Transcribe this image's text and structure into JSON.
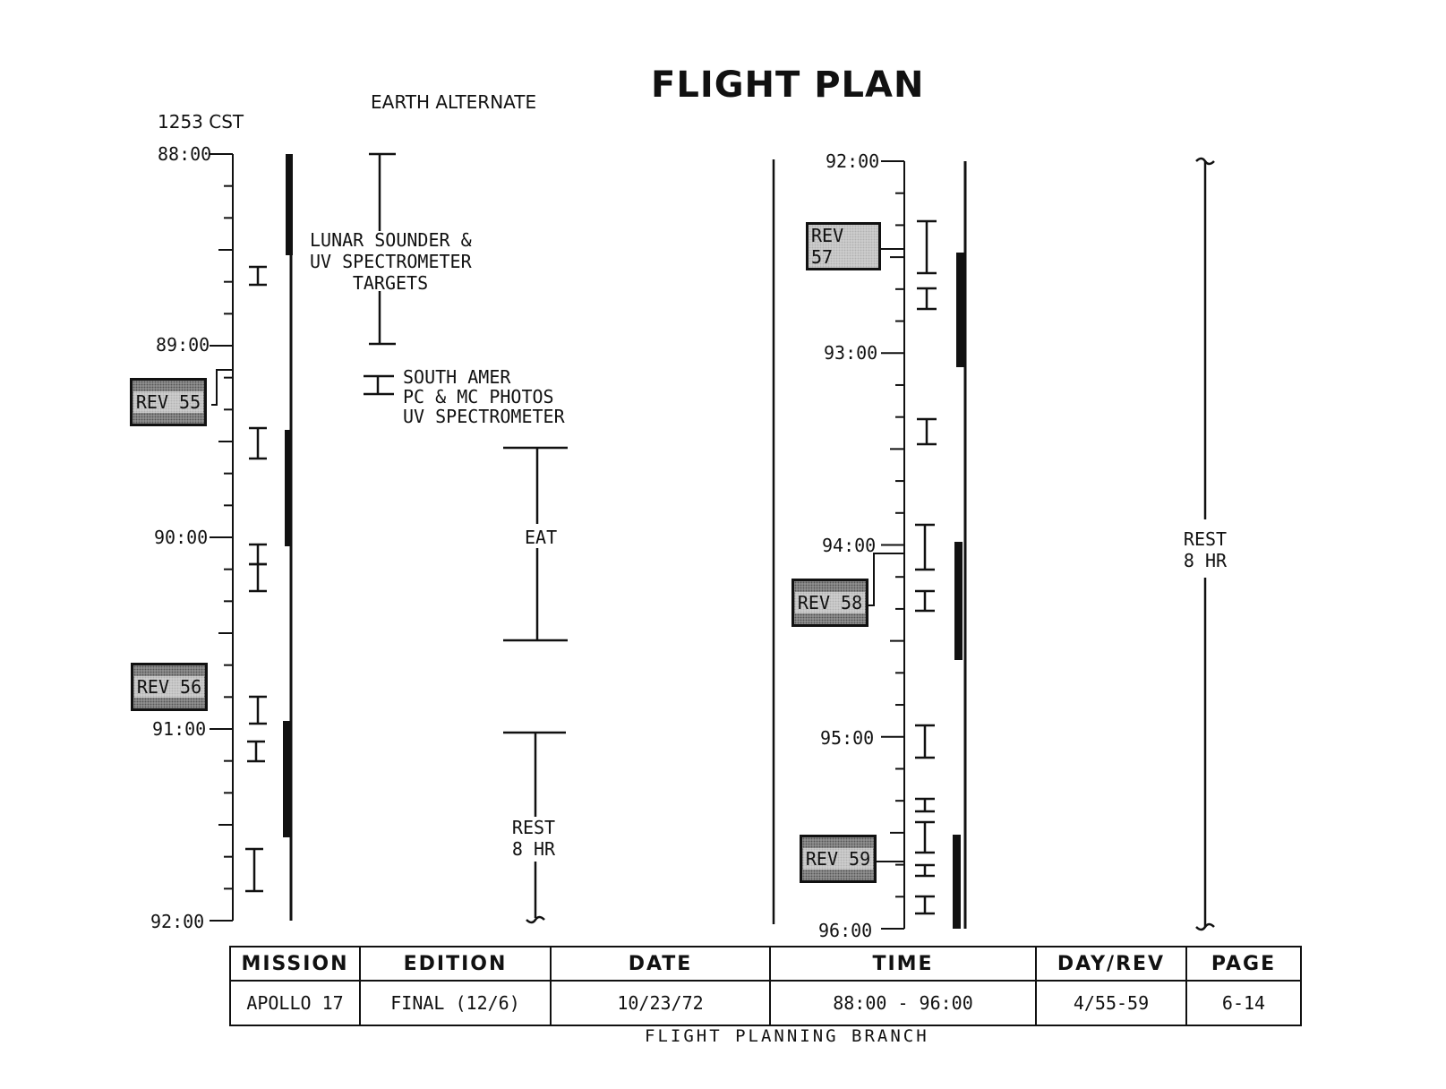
{
  "title": "FLIGHT PLAN",
  "cst_label": "1253 CST",
  "earth_alternate": "EARTH ALTERNATE",
  "left_scale": {
    "start_label": "88:00",
    "labels": [
      "88:00",
      "89:00",
      "90:00",
      "91:00",
      "92:00"
    ]
  },
  "right_scale": {
    "labels": [
      "92:00",
      "93:00",
      "94:00",
      "95:00",
      "96:00"
    ]
  },
  "rev_markers": [
    "REV 55",
    "REV 56",
    "REV 57",
    "REV 58",
    "REV 59"
  ],
  "activities": {
    "lunar_sounder": [
      "LUNAR SOUNDER &",
      "UV SPECTROMETER",
      "TARGETS"
    ],
    "south_amer": [
      "SOUTH AMER",
      "PC & MC PHOTOS",
      "UV SPECTROMETER"
    ],
    "eat": "EAT",
    "rest_left": [
      "REST",
      "8 HR"
    ],
    "rest_right": [
      "REST",
      "8 HR"
    ]
  },
  "footer": {
    "headers": [
      "MISSION",
      "EDITION",
      "DATE",
      "TIME",
      "DAY/REV",
      "PAGE"
    ],
    "values": [
      "APOLLO 17",
      "FINAL (12/6)",
      "10/23/72",
      "88:00 - 96:00",
      "4/55-59",
      "6-14"
    ],
    "branch": "FLIGHT PLANNING BRANCH"
  }
}
